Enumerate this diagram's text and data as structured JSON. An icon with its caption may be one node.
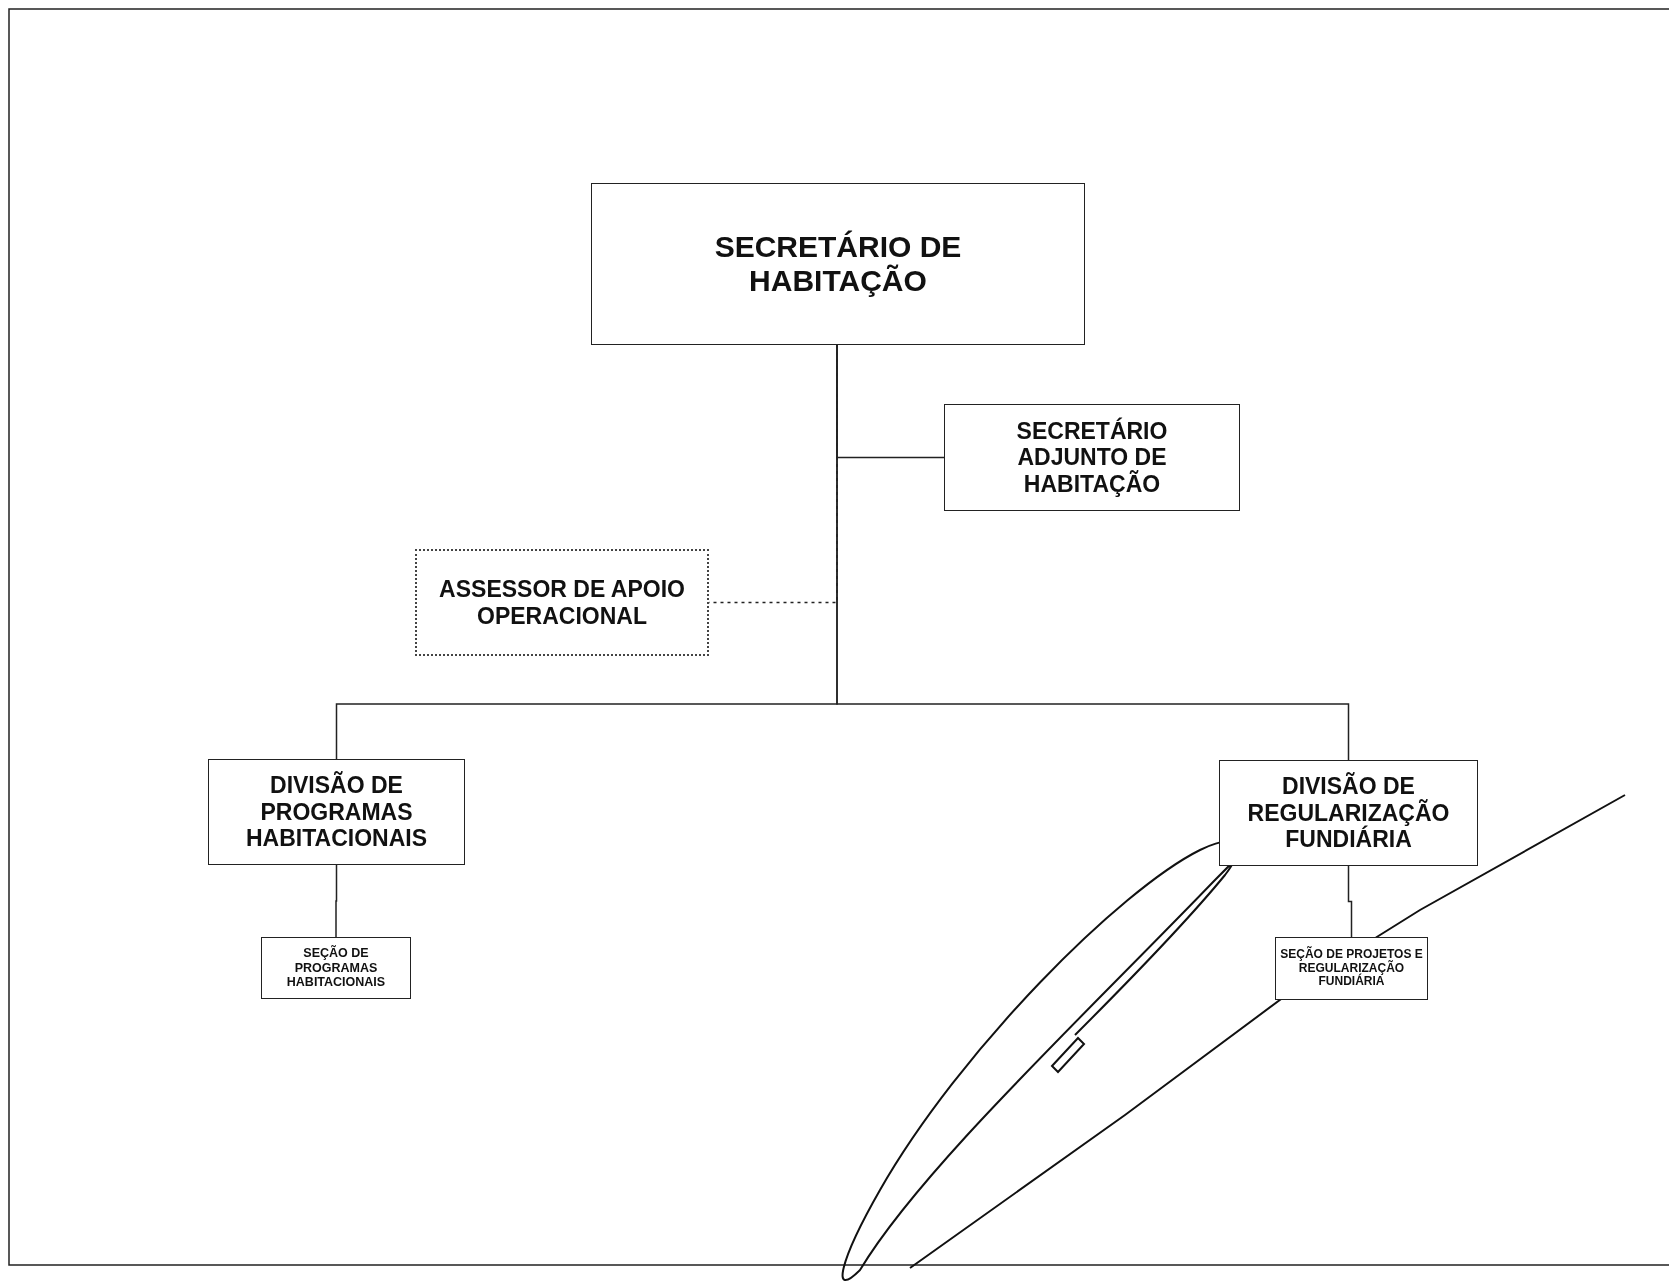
{
  "diagram": {
    "nodes": [
      {
        "text": [
          "SECRETÁRIO DE HABITAÇÃO"
        ]
      },
      {
        "text": [
          "SECRETÁRIO ADJUNTO DE HABITAÇÃO"
        ]
      },
      {
        "text": [
          "ASSESSOR DE APOIO OPERACIONAL"
        ]
      },
      {
        "text": [
          "DIVISÃO DE PROGRAMAS HABITACIONAIS"
        ]
      },
      {
        "text": [
          "DIVISÃO DE REGULARIZAÇÃO FUNDIÁRIA"
        ]
      },
      {
        "text": [
          "SEÇÃO DE PROGRAMAS HABITACIONAIS"
        ]
      },
      {
        "text": [
          "SEÇÃO DE PROJETOS E REGULARIZAÇÃO FUNDIÁRIA"
        ]
      }
    ],
    "edges": [
      {
        "from": 0,
        "to": 1,
        "arrow": "none"
      },
      {
        "from": 0,
        "to": 2,
        "arrow": "none",
        "style": "dashed"
      },
      {
        "from": 0,
        "to": 3,
        "arrow": "none"
      },
      {
        "from": 0,
        "to": 4,
        "arrow": "none"
      },
      {
        "from": 3,
        "to": 5,
        "arrow": "none"
      },
      {
        "from": 4,
        "to": 6,
        "arrow": "none"
      }
    ]
  }
}
